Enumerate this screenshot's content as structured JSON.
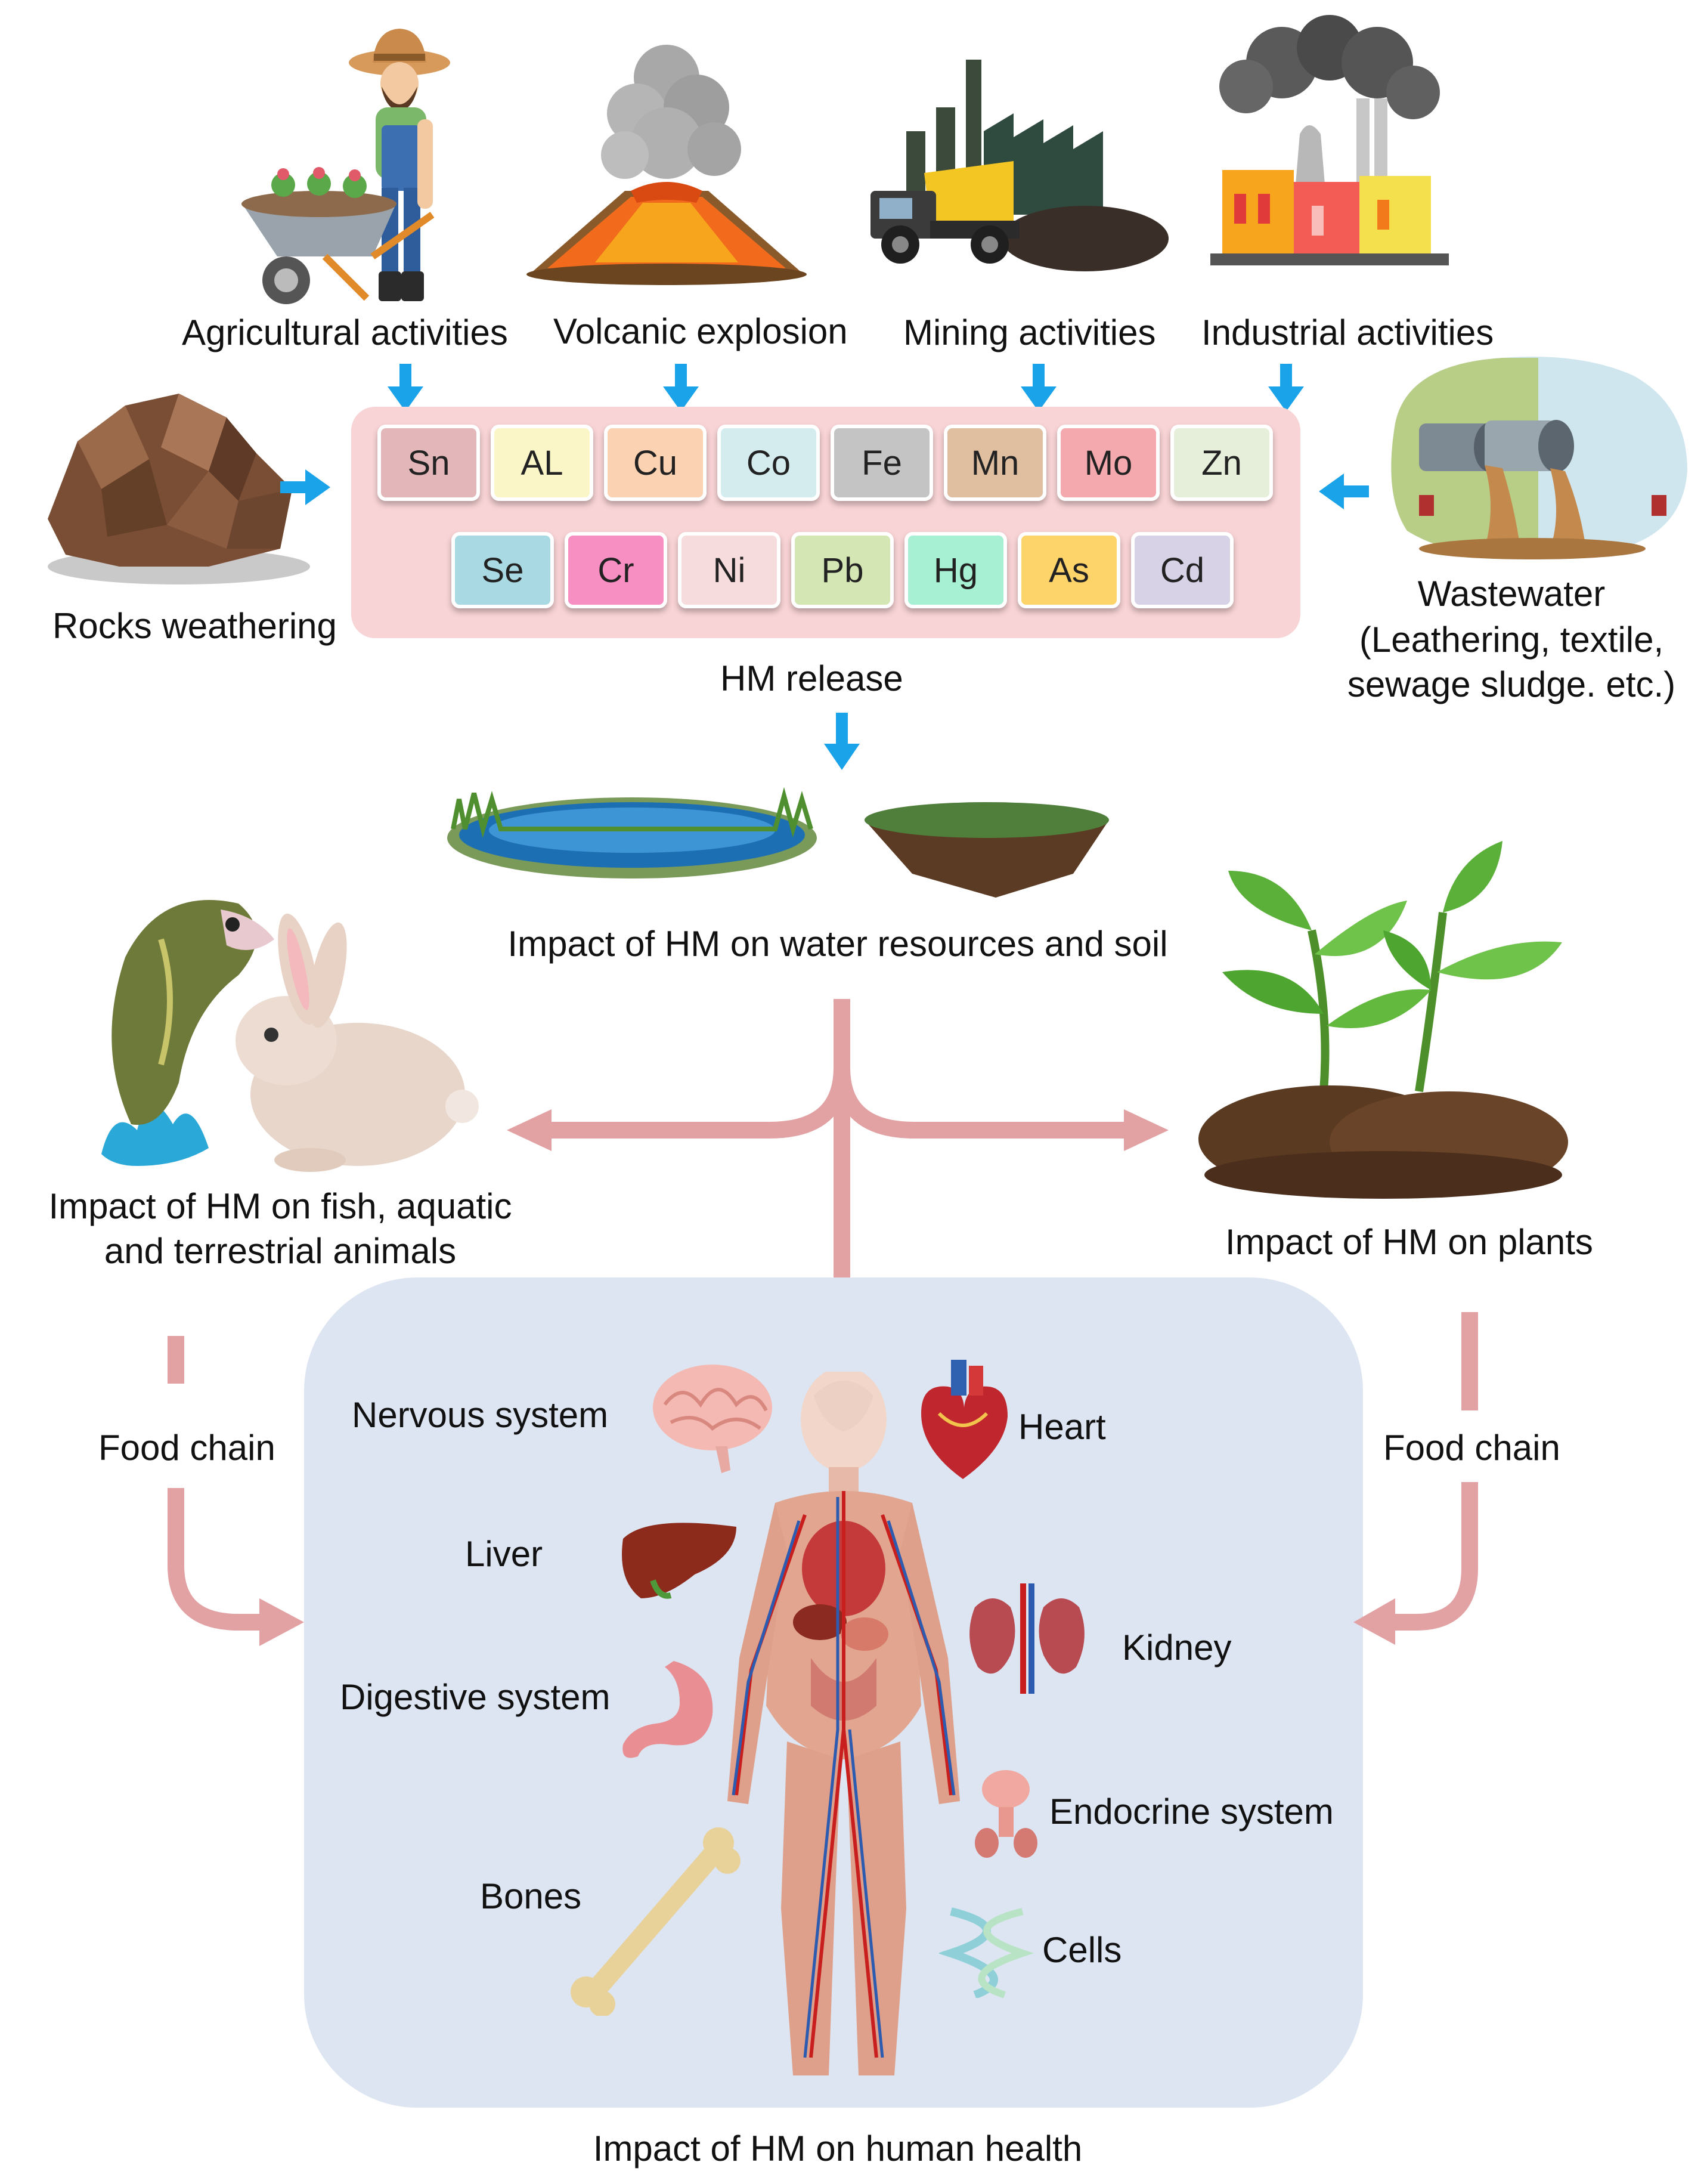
{
  "sources": {
    "agricultural": "Agricultural activities",
    "volcanic": "Volcanic explosion",
    "mining": "Mining activities",
    "industrial": "Industrial activities",
    "rocks": "Rocks weathering",
    "wastewater_line1": "Wastewater",
    "wastewater_line2": "(Leathering, textile,",
    "wastewater_line3": "sewage sludge. etc.)"
  },
  "elements": [
    {
      "symbol": "Sn",
      "color": "#e3b7b9"
    },
    {
      "symbol": "AL",
      "color": "#fbf6c7"
    },
    {
      "symbol": "Cu",
      "color": "#fbd2b2"
    },
    {
      "symbol": "Co",
      "color": "#d5ecef"
    },
    {
      "symbol": "Fe",
      "color": "#c4c4c4"
    },
    {
      "symbol": "Mn",
      "color": "#dfbfa0"
    },
    {
      "symbol": "Mo",
      "color": "#f3a9ad"
    },
    {
      "symbol": "Zn",
      "color": "#e6efd9"
    },
    {
      "symbol": "Se",
      "color": "#a9dae3"
    },
    {
      "symbol": "Cr",
      "color": "#f88fc2"
    },
    {
      "symbol": "Ni",
      "color": "#f6dcdc"
    },
    {
      "symbol": "Pb",
      "color": "#d3e6b4"
    },
    {
      "symbol": "Hg",
      "color": "#a8f0d4"
    },
    {
      "symbol": "As",
      "color": "#fdd46a"
    },
    {
      "symbol": "Cd",
      "color": "#d8d2e6"
    }
  ],
  "hm_release": "HM release",
  "impacts": {
    "water_soil": "Impact of HM on water resources and soil",
    "animals_line1": "Impact of HM on fish, aquatic",
    "animals_line2": "and terrestrial animals",
    "plants": "Impact of HM on plants",
    "human": "Impact of HM on human health"
  },
  "food_chain_left": "Food chain",
  "food_chain_right": "Food chain",
  "organs": {
    "nervous": "Nervous system",
    "liver": "Liver",
    "digestive": "Digestive system",
    "bones": "Bones",
    "heart": "Heart",
    "kidney": "Kidney",
    "endocrine": "Endocrine system",
    "cells": "Cells"
  },
  "colors": {
    "blue_arrow": "#1aa3e8",
    "pink_arrow": "#e2a1a3",
    "panel_pink": "#f9d4d6",
    "panel_blue": "#dce5f1"
  }
}
